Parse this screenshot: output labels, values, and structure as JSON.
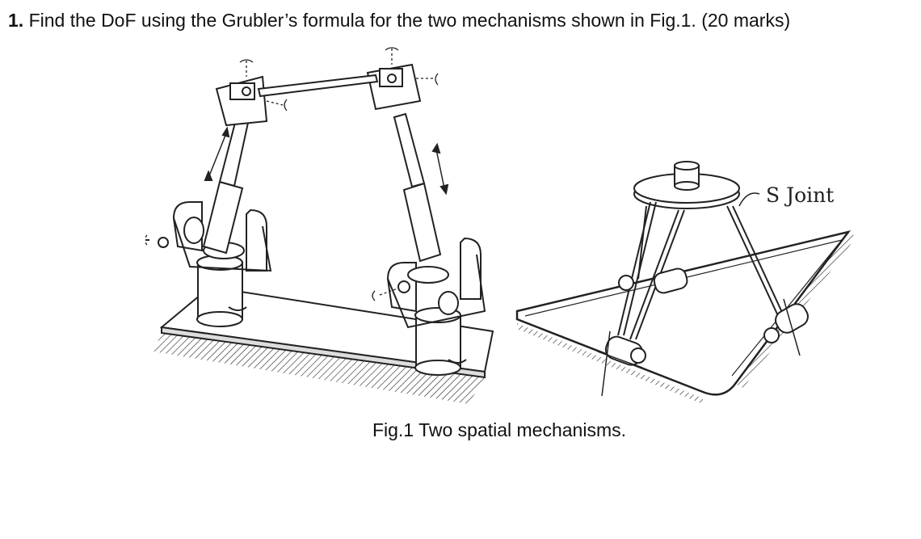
{
  "question": {
    "number": "1.",
    "text": "Find the DoF using the Grubler’s formula for the two mechanisms shown in Fig.1. (20 marks)"
  },
  "figure": {
    "label_s_joint": "S Joint",
    "caption": "Fig.1 Two spatial mechanisms."
  }
}
